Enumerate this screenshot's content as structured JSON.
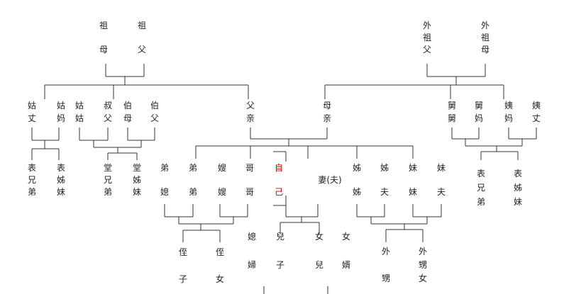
{
  "colors": {
    "text": "#222222",
    "lines": "#333333",
    "self": "#cc0000"
  },
  "nodes": [
    {
      "id": "paternal-grandparents",
      "columns": [
        [
          "祖",
          "",
          "母"
        ],
        [
          "祖",
          "",
          "父"
        ]
      ]
    },
    {
      "id": "maternal-grandparents",
      "columns": [
        [
          "外",
          "祖",
          "父"
        ],
        [
          "外",
          "祖",
          "母"
        ]
      ]
    },
    {
      "id": "paternal-aunt-uncle-in-law",
      "columns": [
        [
          "姑",
          "丈"
        ],
        [
          "姑",
          "妈"
        ]
      ]
    },
    {
      "id": "paternal-uncle-aunt-in-law",
      "columns": [
        [
          "姑",
          "姑"
        ],
        [
          "叔",
          "父"
        ],
        [
          "伯",
          "母"
        ],
        [
          "伯",
          "父"
        ]
      ]
    },
    {
      "id": "father",
      "columns": [
        [
          "父",
          "亲"
        ]
      ]
    },
    {
      "id": "mother",
      "columns": [
        [
          "母",
          "亲"
        ]
      ]
    },
    {
      "id": "maternal-uncles-aunts",
      "columns": [
        [
          "舅",
          "舅"
        ],
        [
          "舅",
          "妈"
        ],
        [
          "姨",
          "妈"
        ],
        [
          "姨",
          "丈"
        ]
      ]
    },
    {
      "id": "paternal-cousins-biao",
      "columns": [
        [
          "表",
          "兄",
          "弟"
        ],
        [
          "表",
          "姊",
          "妹"
        ]
      ]
    },
    {
      "id": "paternal-cousins-tang",
      "columns": [
        [
          "堂",
          "兄",
          "弟"
        ],
        [
          "堂",
          "姊",
          "妹"
        ]
      ]
    },
    {
      "id": "younger-brother-wife",
      "columns": [
        [
          "弟",
          "",
          "媳"
        ],
        [
          "弟",
          "",
          "弟"
        ]
      ]
    },
    {
      "id": "elder-brother-wife",
      "columns": [
        [
          "嫂",
          "",
          "嫂"
        ],
        [
          "哥",
          "",
          "哥"
        ]
      ]
    },
    {
      "id": "self",
      "columns": [
        [
          "自",
          "",
          "己"
        ]
      ]
    },
    {
      "id": "spouse",
      "columns": [
        [
          "妻(夫)"
        ]
      ]
    },
    {
      "id": "sisters",
      "columns": [
        [
          "姊",
          "",
          "姊"
        ],
        [
          "姊",
          "",
          "夫"
        ],
        [
          "妹",
          "",
          "妹"
        ],
        [
          "妹",
          "",
          "夫"
        ]
      ]
    },
    {
      "id": "maternal-cousins",
      "columns": [
        [
          "表",
          "兄",
          "弟"
        ],
        [
          "表",
          "姊",
          "妹"
        ]
      ]
    },
    {
      "id": "brothers-children",
      "columns": [
        [
          "侄",
          "",
          "子"
        ],
        [
          "侄",
          "",
          "女"
        ]
      ]
    },
    {
      "id": "own-children",
      "columns": [
        [
          "媳",
          "婦"
        ],
        [
          "兒",
          "子"
        ],
        [
          "女",
          "兒"
        ],
        [
          "女",
          "婿"
        ]
      ]
    },
    {
      "id": "sisters-children",
      "columns": [
        [
          "外",
          "",
          "甥"
        ],
        [
          "外",
          "甥",
          "女"
        ]
      ]
    }
  ]
}
